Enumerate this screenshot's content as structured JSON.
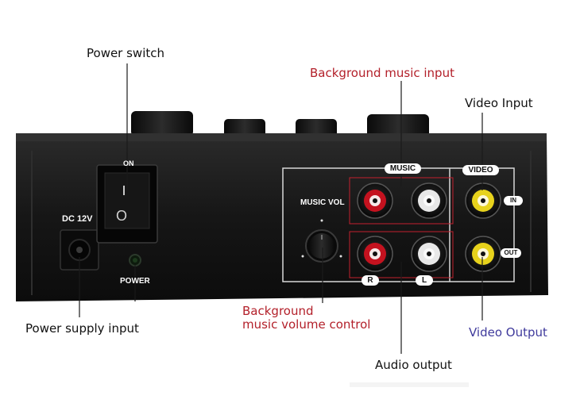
{
  "callouts": {
    "power_switch": "Power switch",
    "bg_music_input": "Background music input",
    "video_input": "Video Input",
    "power_supply_input": "Power supply input",
    "bg_music_volume_line1": "Background",
    "bg_music_volume_line2": "music volume control",
    "video_output": "Video Output",
    "audio_output": "Audio output"
  },
  "panel": {
    "dc_label": "DC 12V",
    "on_label": "ON",
    "switch_symbol": "O",
    "power_led_label": "POWER",
    "music_vol_label": "MUSIC VOL",
    "music_header": "MUSIC",
    "video_header": "VIDEO",
    "in_label": "IN",
    "out_label": "OUT",
    "r_label": "R",
    "l_label": "L"
  },
  "colors": {
    "callout_black": "#111111",
    "callout_red": "#b3202a",
    "callout_blue": "#3f3a9c",
    "device_body": "#1a1a1a",
    "rca_red": "#c4121f",
    "rca_white": "#e8e8e8",
    "rca_yellow": "#e7d21c"
  }
}
